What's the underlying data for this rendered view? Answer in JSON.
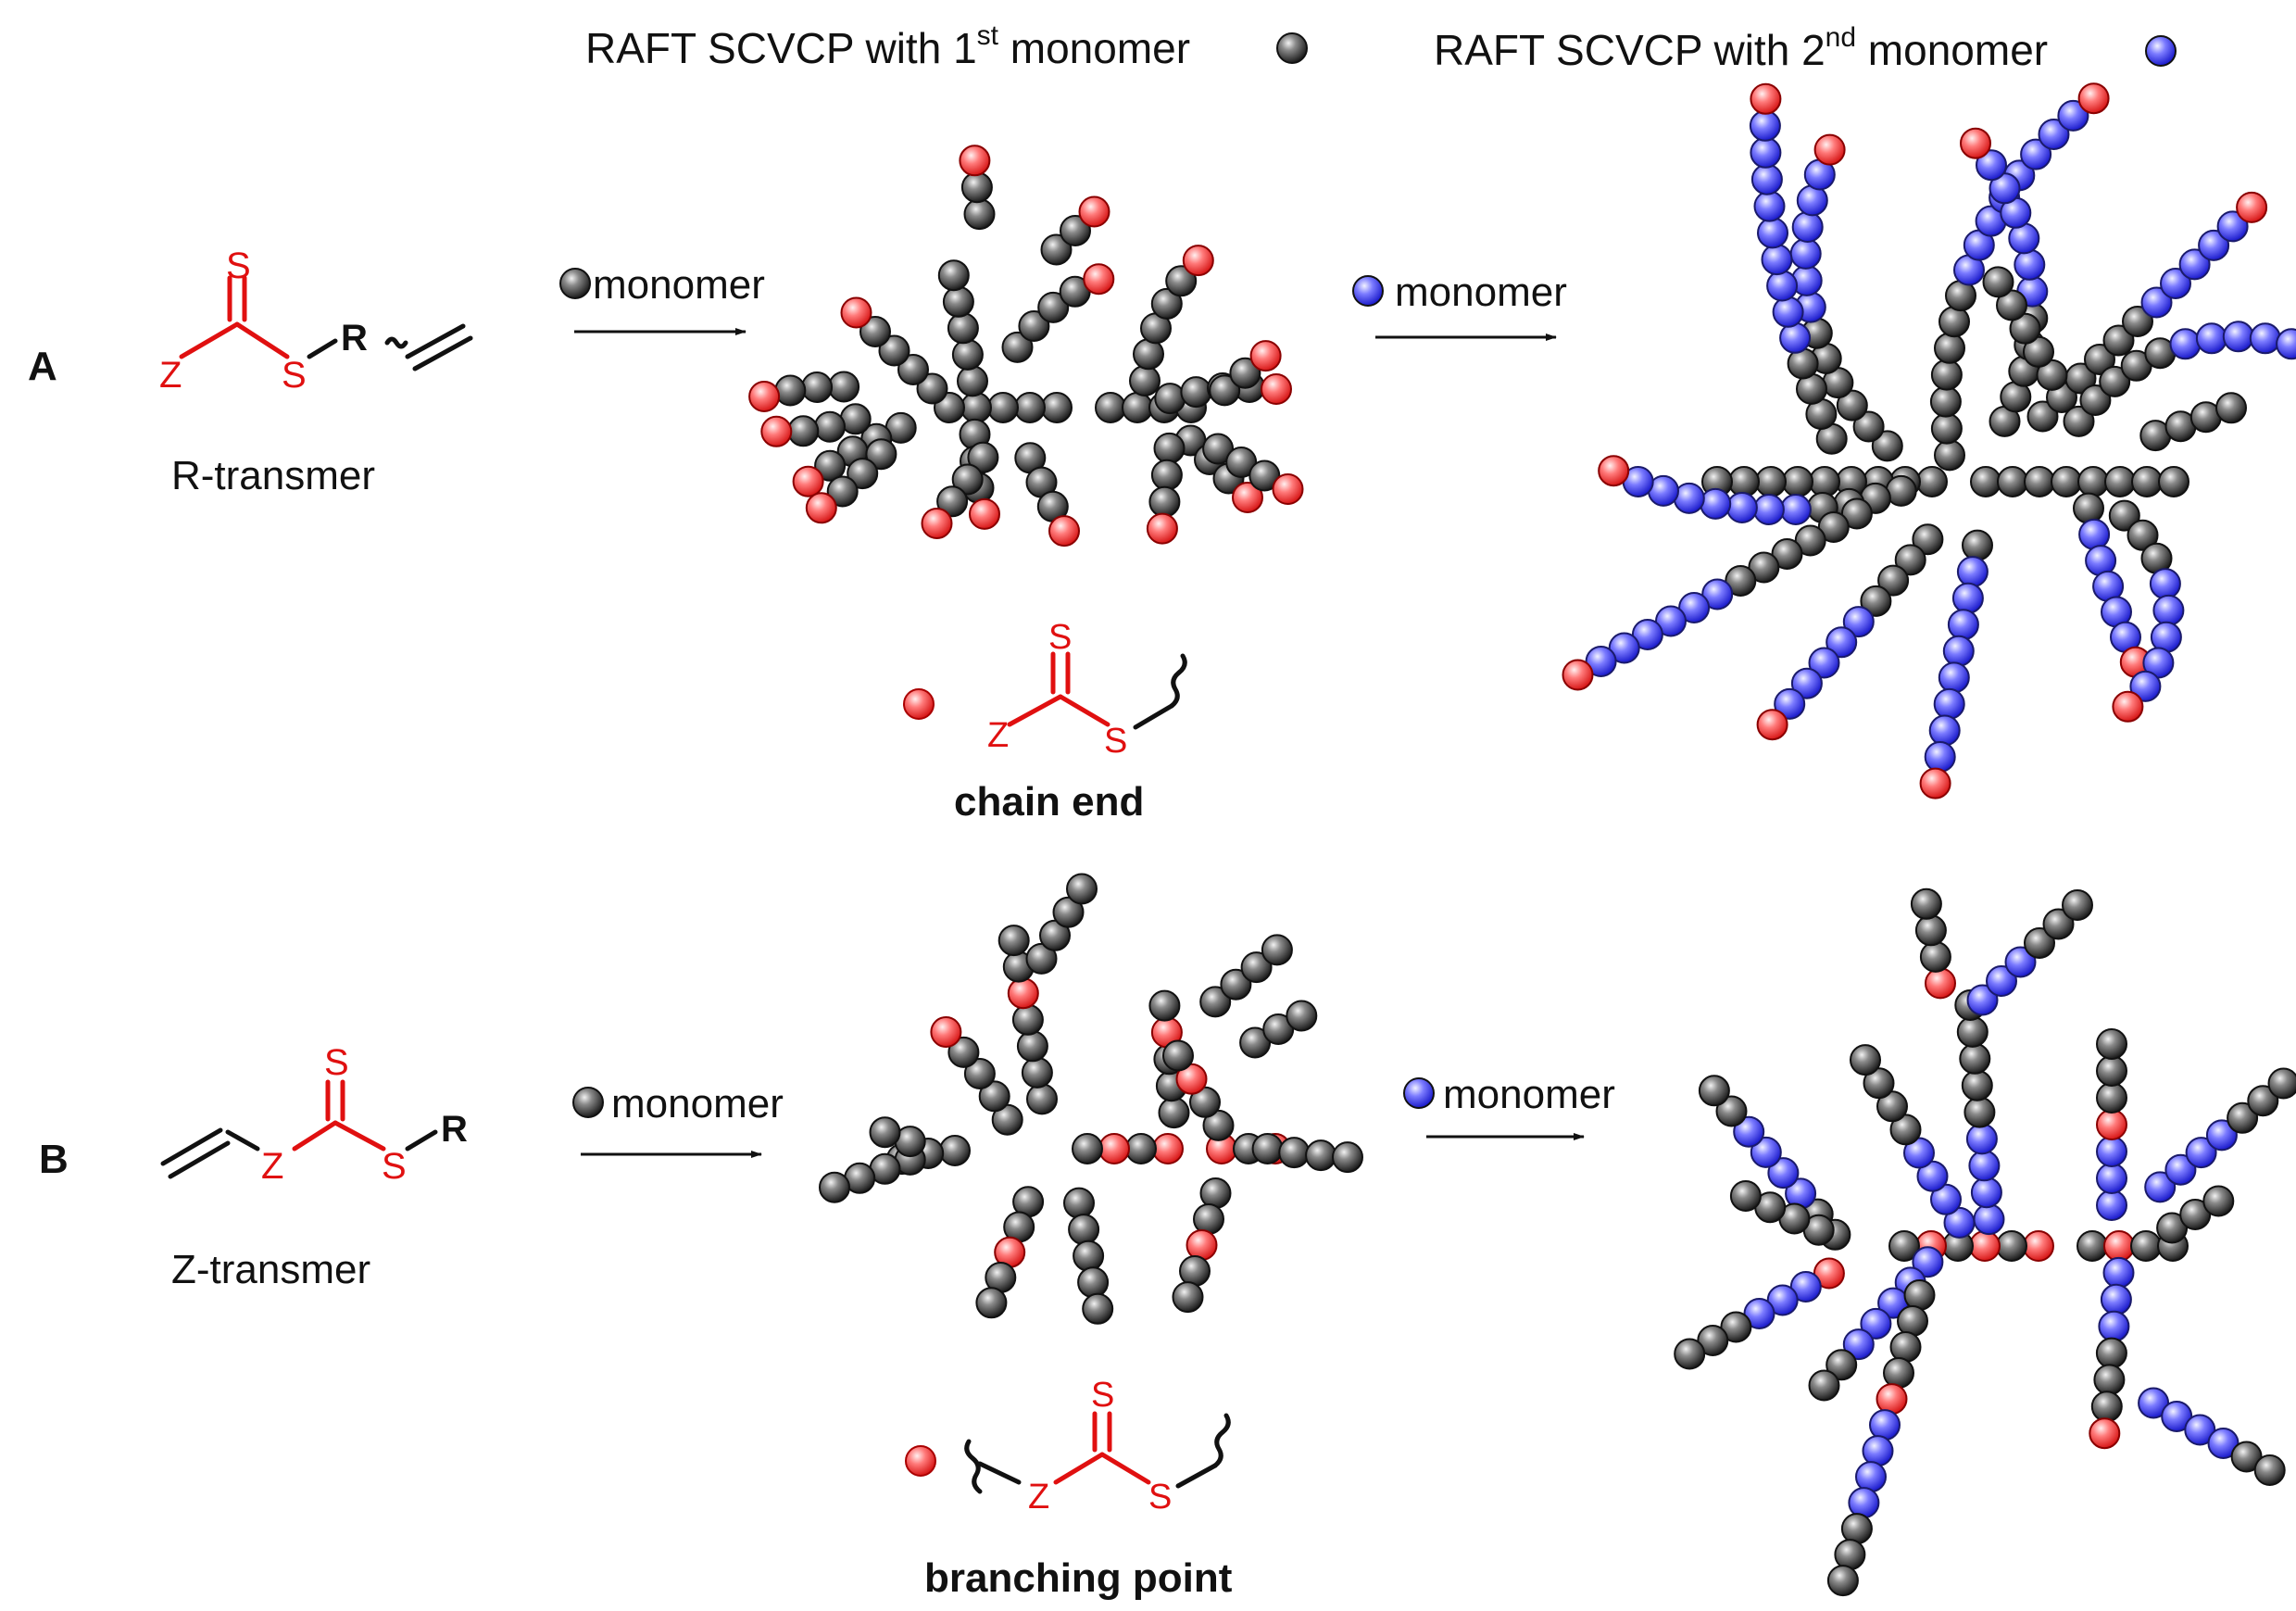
{
  "header": {
    "step1_prefix": "RAFT SCVCP with 1",
    "step1_sup": "st",
    "step1_suffix": " monomer",
    "step2_prefix": "RAFT SCVCP with 2",
    "step2_sup": "nd",
    "step2_suffix": " monomer"
  },
  "rows": [
    {
      "label": "A",
      "transmer_name": "R-transmer",
      "atoms": {
        "S_top": "S",
        "Z": "Z",
        "S_side": "S",
        "R": "R"
      },
      "arrow1_label": "monomer",
      "arrow2_label": "monomer",
      "legend_label": "chain end",
      "legend_atoms": {
        "S_top": "S",
        "Z": "Z",
        "S_side": "S"
      }
    },
    {
      "label": "B",
      "transmer_name": "Z-transmer",
      "atoms": {
        "S_top": "S",
        "Z": "Z",
        "S_side": "S",
        "R": "R"
      },
      "arrow1_label": "monomer",
      "arrow2_label": "monomer",
      "legend_label": "branching point",
      "legend_atoms": {
        "S_top": "S",
        "Z": "Z",
        "S_side": "S"
      }
    }
  ],
  "colors": {
    "first_monomer": "#3a3a3a",
    "second_monomer": "#2a2adf",
    "raft_group": "#e01010",
    "text": "#111111"
  }
}
